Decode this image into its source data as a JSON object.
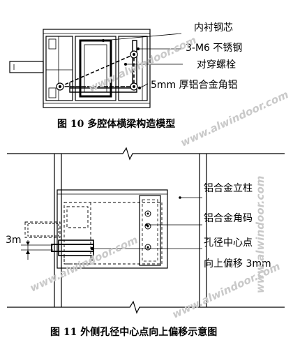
{
  "figure10": {
    "caption": "图 10   多腔体横梁构造模型",
    "labels": {
      "steel_core": "内衬钢芯",
      "stainless": "3-M6 不锈钢",
      "bolt": "对穿螺栓",
      "angle_alu": "5mm 厚铝合金角铝"
    }
  },
  "figure11": {
    "caption": "图 11 外侧孔径中心点向上偏移示意图",
    "labels": {
      "column": "铝合金立柱",
      "corner_code": "铝合金角码",
      "hole_center": "孔径中心点",
      "offset": "向上偏移 3mm",
      "dim": "3m"
    }
  },
  "watermark": "www.alwindoor.com",
  "colors": {
    "line": "#000000",
    "bg": "#ffffff",
    "watermark": "#c9c9c9"
  }
}
